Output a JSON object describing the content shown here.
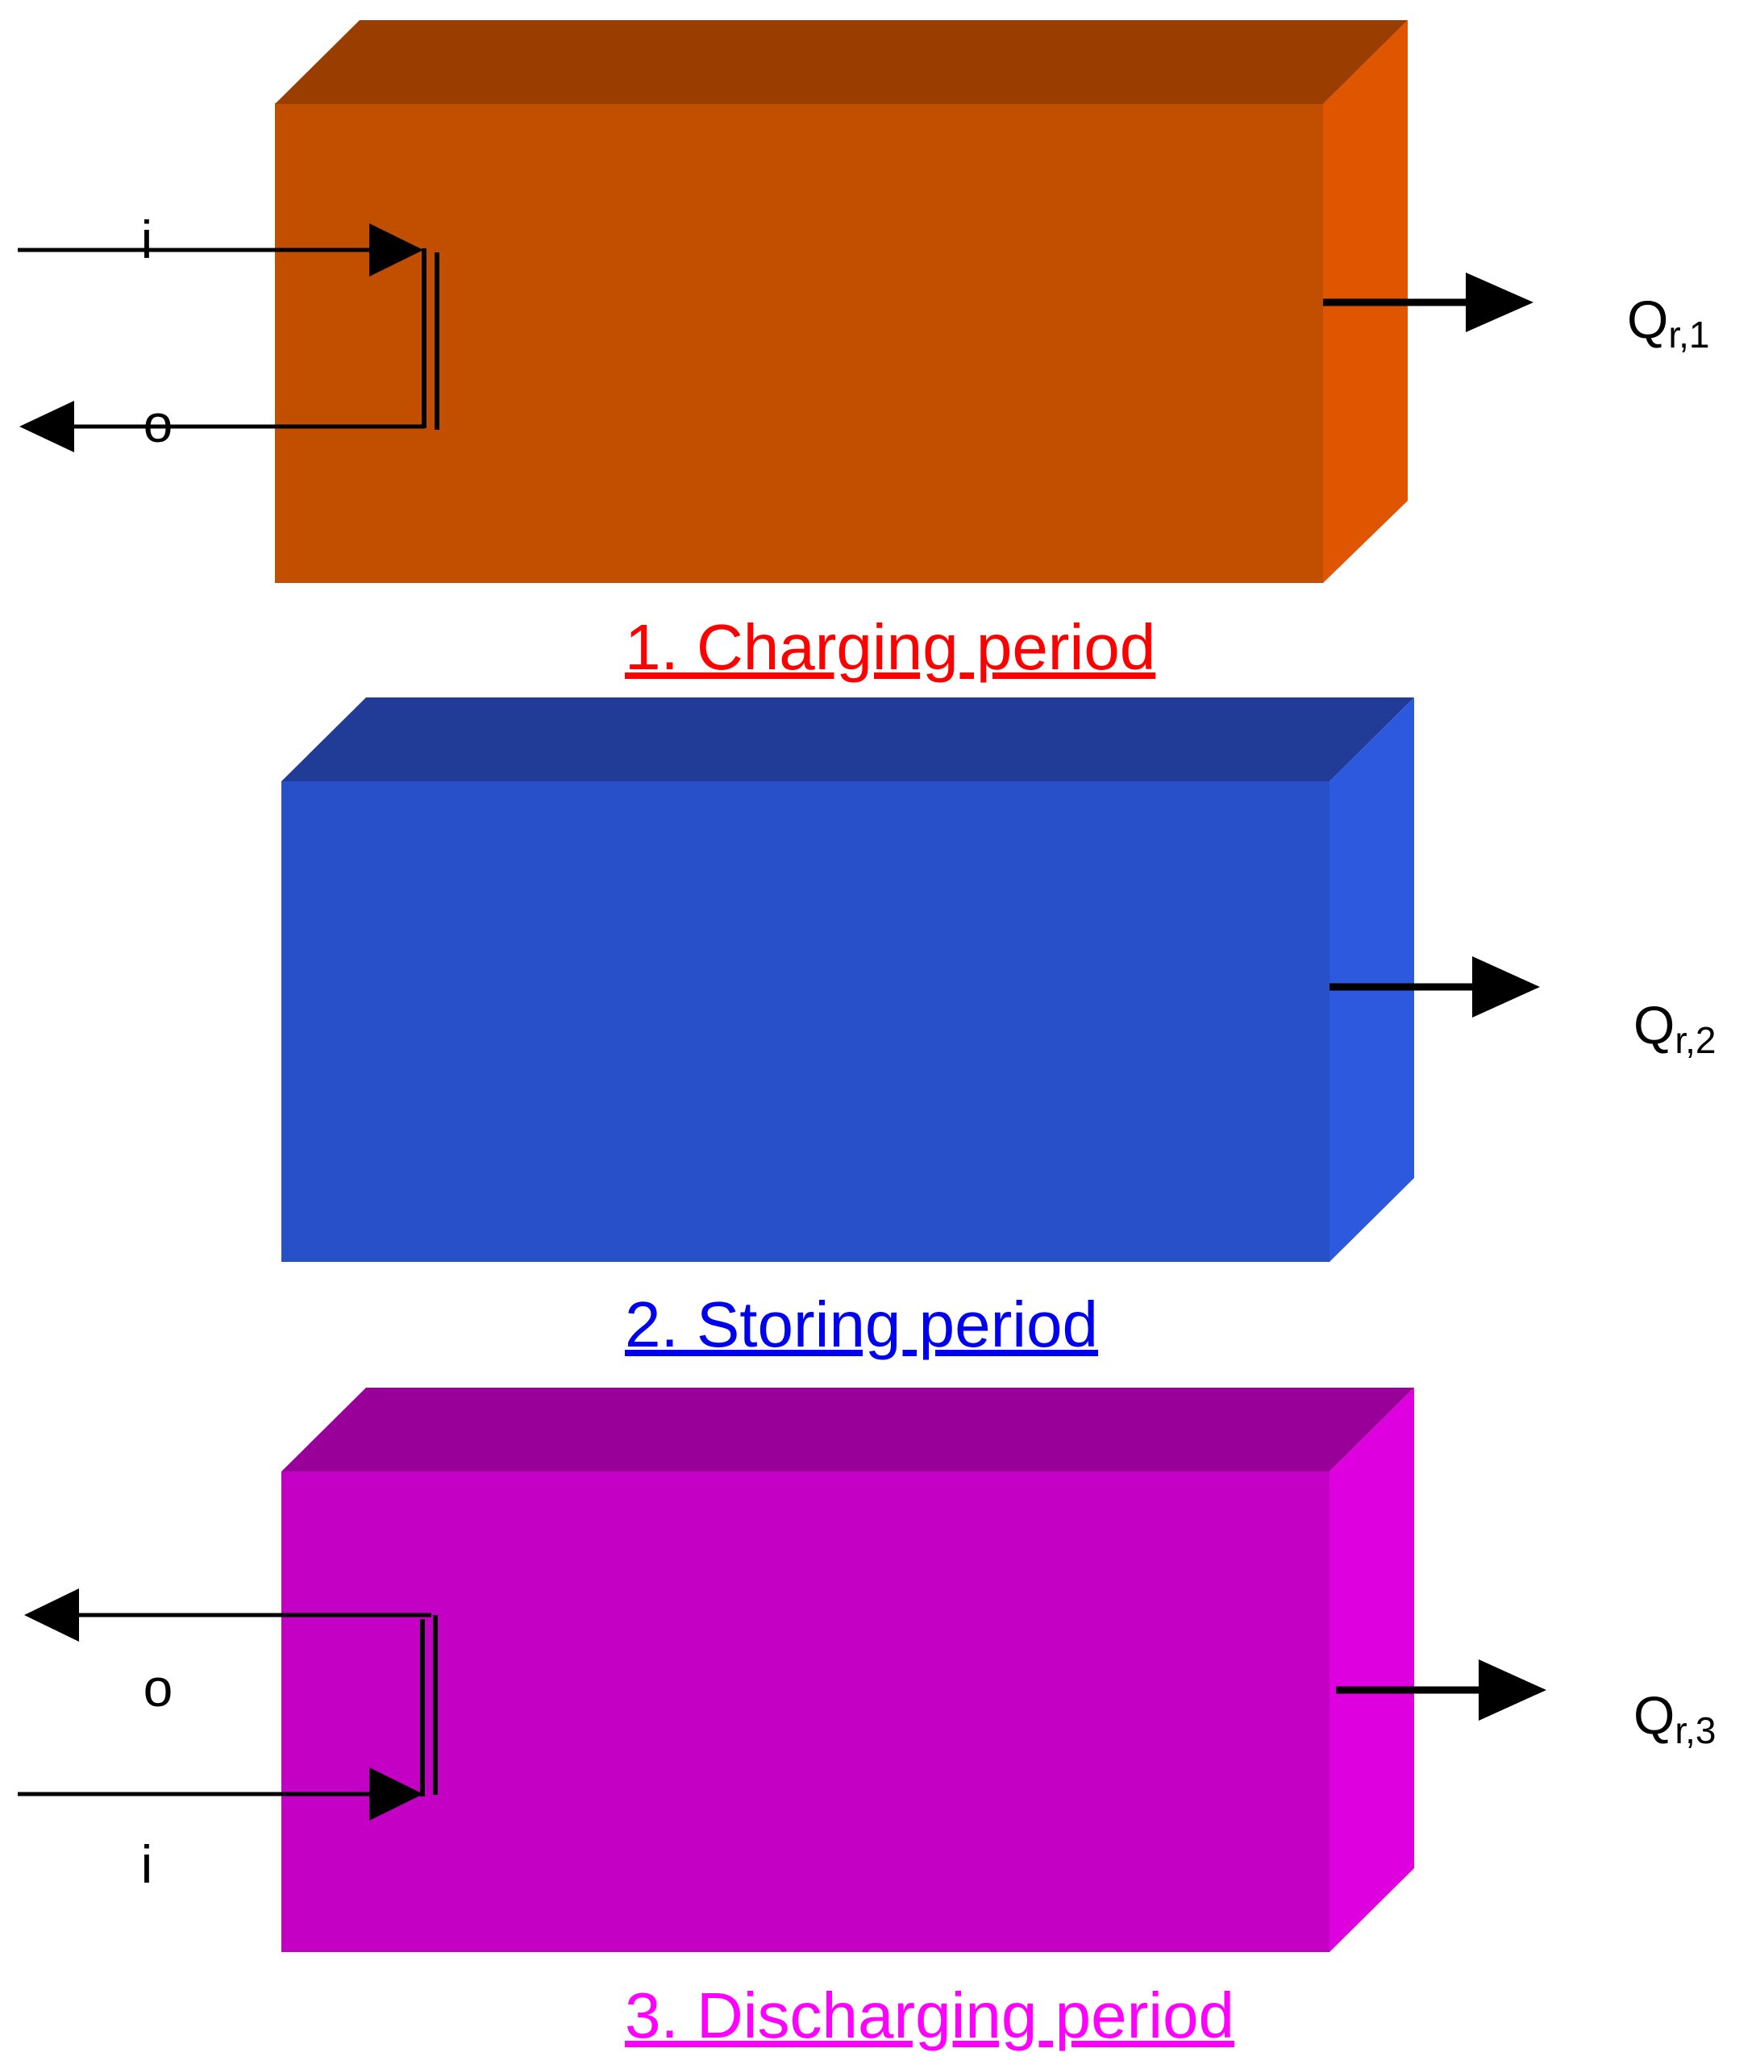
{
  "stages": [
    {
      "id": "charging",
      "title": "1. Charging period",
      "title_color": "#ff0000",
      "colors": {
        "front": "#c24e00",
        "top": "#993d00",
        "side": "#df5500"
      },
      "heat_label": {
        "main": "Q",
        "sub": "r,1"
      },
      "flow_labels": {
        "inlet": "i",
        "outlet": "o"
      }
    },
    {
      "id": "storing",
      "title": "2. Storing period",
      "title_color": "#0000ee",
      "colors": {
        "front": "#2850c8",
        "top": "#213c96",
        "side": "#2c59dd"
      },
      "heat_label": {
        "main": "Q",
        "sub": "r,2"
      }
    },
    {
      "id": "discharging",
      "title": "3. Discharging period",
      "title_color": "#ff00ff",
      "colors": {
        "front": "#c500c5",
        "top": "#990099",
        "side": "#df00df"
      },
      "heat_label": {
        "main": "Q",
        "sub": "r,3"
      },
      "flow_labels": {
        "inlet": "i",
        "outlet": "o"
      }
    }
  ]
}
